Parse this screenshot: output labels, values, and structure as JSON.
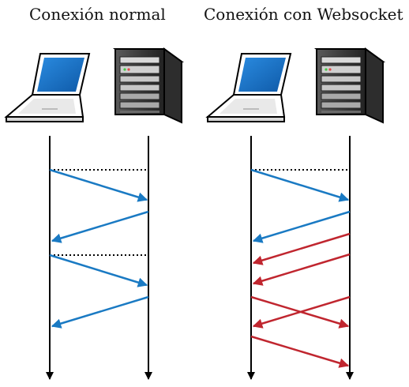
{
  "panels": [
    {
      "id": "normal",
      "title": "Conexión normal"
    },
    {
      "id": "websocket",
      "title": "Conexión con Websocket"
    }
  ],
  "nodes": {
    "client": "laptop-icon",
    "server": "server-tower-icon"
  },
  "colors": {
    "request": "#1a7ac3",
    "response": "#1a7ac3",
    "push": "#c0262f",
    "lifeline": "#000000",
    "connection": "#000000",
    "screen": "#1c74c9"
  }
}
